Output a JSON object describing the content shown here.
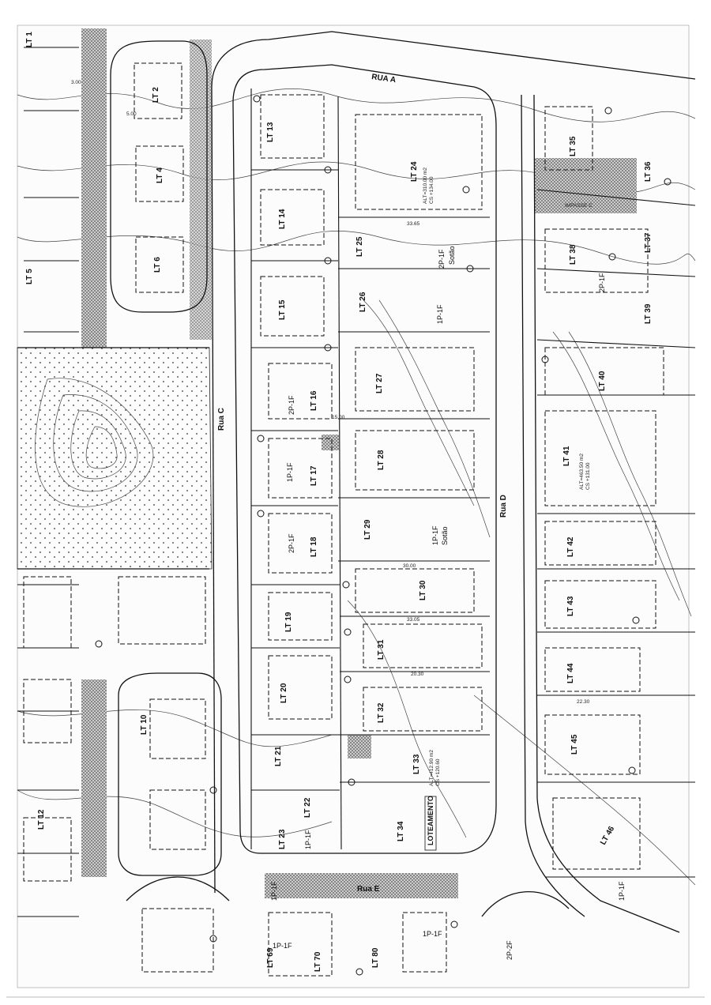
{
  "sheet": {
    "streets": [
      {
        "id": "rua-a",
        "label": "RUA A"
      },
      {
        "id": "rua-c",
        "label": "Rua C"
      },
      {
        "id": "rua-d",
        "label": "Rua D"
      },
      {
        "id": "rua-e",
        "label": "Rua E"
      },
      {
        "id": "impasse-c",
        "label": "IMPASSE C"
      }
    ],
    "lots": [
      {
        "id": "lt1",
        "label": "LT 1"
      },
      {
        "id": "lt2",
        "label": "LT 2"
      },
      {
        "id": "lt4",
        "label": "LT 4"
      },
      {
        "id": "lt5",
        "label": "LT 5"
      },
      {
        "id": "lt6",
        "label": "LT 6"
      },
      {
        "id": "lt10",
        "label": "LT 10"
      },
      {
        "id": "lt12",
        "label": "LT 12"
      },
      {
        "id": "lt13",
        "label": "LT 13"
      },
      {
        "id": "lt14",
        "label": "LT 14"
      },
      {
        "id": "lt15",
        "label": "LT 15"
      },
      {
        "id": "lt16",
        "label": "LT 16"
      },
      {
        "id": "lt17",
        "label": "LT 17"
      },
      {
        "id": "lt18",
        "label": "LT 18"
      },
      {
        "id": "lt19",
        "label": "LT 19"
      },
      {
        "id": "lt20",
        "label": "LT 20"
      },
      {
        "id": "lt21",
        "label": "LT 21"
      },
      {
        "id": "lt22",
        "label": "LT 22"
      },
      {
        "id": "lt23",
        "label": "LT 23"
      },
      {
        "id": "lt24",
        "label": "LT 24"
      },
      {
        "id": "lt25",
        "label": "LT 25"
      },
      {
        "id": "lt26",
        "label": "LT 26"
      },
      {
        "id": "lt27",
        "label": "LT 27"
      },
      {
        "id": "lt28",
        "label": "LT 28"
      },
      {
        "id": "lt29",
        "label": "LT 29"
      },
      {
        "id": "lt30",
        "label": "LT 30"
      },
      {
        "id": "lt31",
        "label": "LT 31"
      },
      {
        "id": "lt32",
        "label": "LT 32"
      },
      {
        "id": "lt33",
        "label": "LT 33"
      },
      {
        "id": "lt34",
        "label": "LT 34"
      },
      {
        "id": "lt35",
        "label": "LT 35"
      },
      {
        "id": "lt36",
        "label": "LT 36"
      },
      {
        "id": "lt37",
        "label": "LT 37"
      },
      {
        "id": "lt38",
        "label": "LT 38"
      },
      {
        "id": "lt39",
        "label": "LT 39"
      },
      {
        "id": "lt40",
        "label": "LT 40"
      },
      {
        "id": "lt41",
        "label": "LT 41"
      },
      {
        "id": "lt42",
        "label": "LT 42"
      },
      {
        "id": "lt43",
        "label": "LT 43"
      },
      {
        "id": "lt44",
        "label": "LT 44"
      },
      {
        "id": "lt45",
        "label": "LT 45"
      },
      {
        "id": "lt46",
        "label": "LT 46"
      },
      {
        "id": "lt69",
        "label": "LT 69"
      },
      {
        "id": "lt70",
        "label": "LT 70"
      },
      {
        "id": "lt80",
        "label": "LT 80"
      }
    ],
    "floor_notes": [
      {
        "id": "fn1",
        "label": "2P-1F"
      },
      {
        "id": "fn2",
        "label": "1P-1F"
      },
      {
        "id": "fn3",
        "label": "2P-1F"
      },
      {
        "id": "fn4",
        "label": "1P-1F"
      },
      {
        "id": "fn5",
        "label": "Sotão"
      },
      {
        "id": "fn6",
        "label": "1P-1F"
      },
      {
        "id": "fn7",
        "label": "Sotão"
      },
      {
        "id": "fn8",
        "label": "2P-1F"
      },
      {
        "id": "fn9",
        "label": "1P-1F"
      },
      {
        "id": "fn10",
        "label": "1P-1F"
      },
      {
        "id": "fn11",
        "label": "1P-1F"
      },
      {
        "id": "fn12",
        "label": "2P-1F"
      },
      {
        "id": "fn13",
        "label": "1P-1F"
      },
      {
        "id": "fn14",
        "label": "1P-1F"
      },
      {
        "id": "fn15",
        "label": "2P-2F"
      }
    ],
    "special": [
      {
        "id": "loteamento",
        "label": "LOTEAMENTO"
      }
    ],
    "dims": [
      {
        "id": "d1",
        "label": "5.00"
      },
      {
        "id": "d2",
        "label": "3.00"
      },
      {
        "id": "d3",
        "label": "30.00"
      },
      {
        "id": "d4",
        "label": "33.05"
      },
      {
        "id": "d5",
        "label": "20.30"
      },
      {
        "id": "d6",
        "label": "15.00"
      },
      {
        "id": "d7",
        "label": "33.65"
      },
      {
        "id": "d8",
        "label": "22.30"
      }
    ],
    "annotations": [
      {
        "id": "a1",
        "label": "ALT=310.00 m2"
      },
      {
        "id": "a2",
        "label": "CS +134.00"
      },
      {
        "id": "a3",
        "label": "ALT=463.50 m2"
      },
      {
        "id": "a4",
        "label": "CS +131.00"
      },
      {
        "id": "a5",
        "label": "ALT=412.90 m2"
      },
      {
        "id": "a6",
        "label": "CS +120.60"
      }
    ]
  }
}
